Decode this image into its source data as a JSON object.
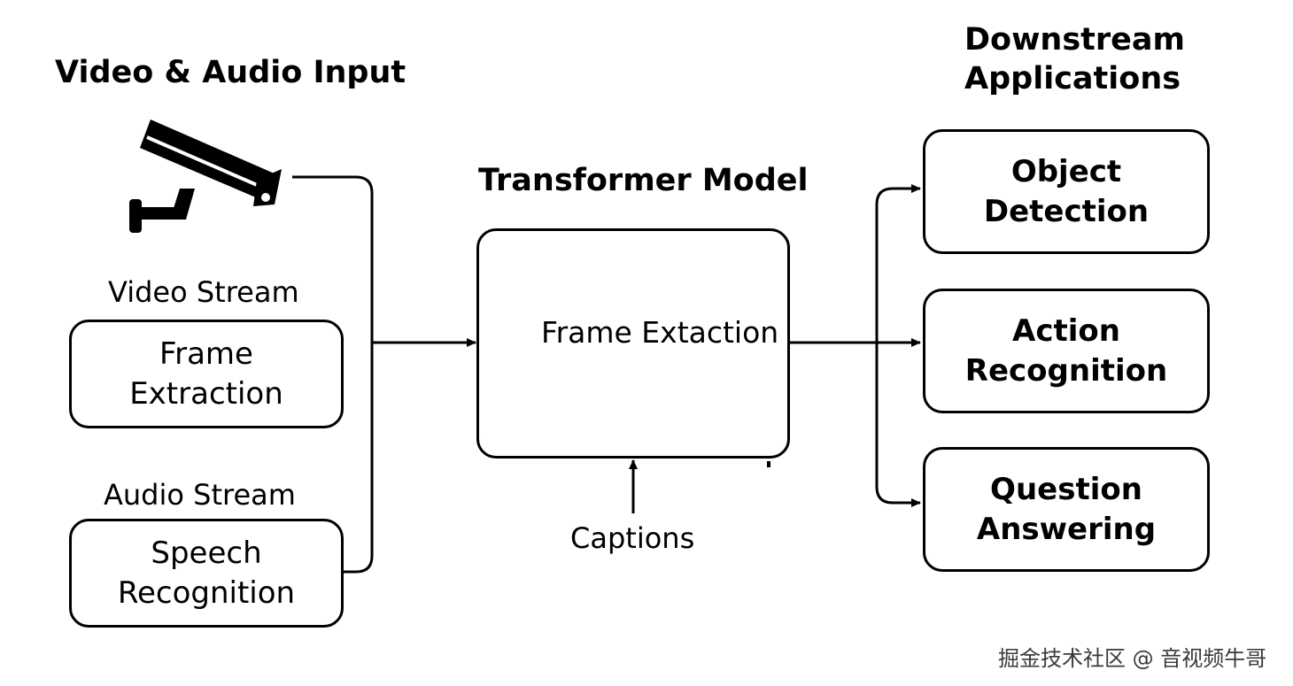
{
  "input_section": {
    "title": "Video & Audio Input",
    "camera_icon": "security-camera-icon",
    "video_stream": {
      "label": "Video Stream",
      "box_lines": [
        "Frame",
        "Extraction"
      ]
    },
    "audio_stream": {
      "label": "Audio Stream",
      "box_lines": [
        "Speech",
        "Recognition"
      ]
    }
  },
  "model_section": {
    "title": "Transformer Model",
    "box_text": "Frame Extaction",
    "captions_label": "Captions"
  },
  "output_section": {
    "title_lines": [
      "Downstream",
      "Applications"
    ],
    "apps": [
      {
        "lines": [
          "Object",
          "Detection"
        ]
      },
      {
        "lines": [
          "Action",
          "Recognition"
        ]
      },
      {
        "lines": [
          "Question",
          "Answering"
        ]
      }
    ]
  },
  "watermark": "掘金技术社区 @ 音视频牛哥"
}
